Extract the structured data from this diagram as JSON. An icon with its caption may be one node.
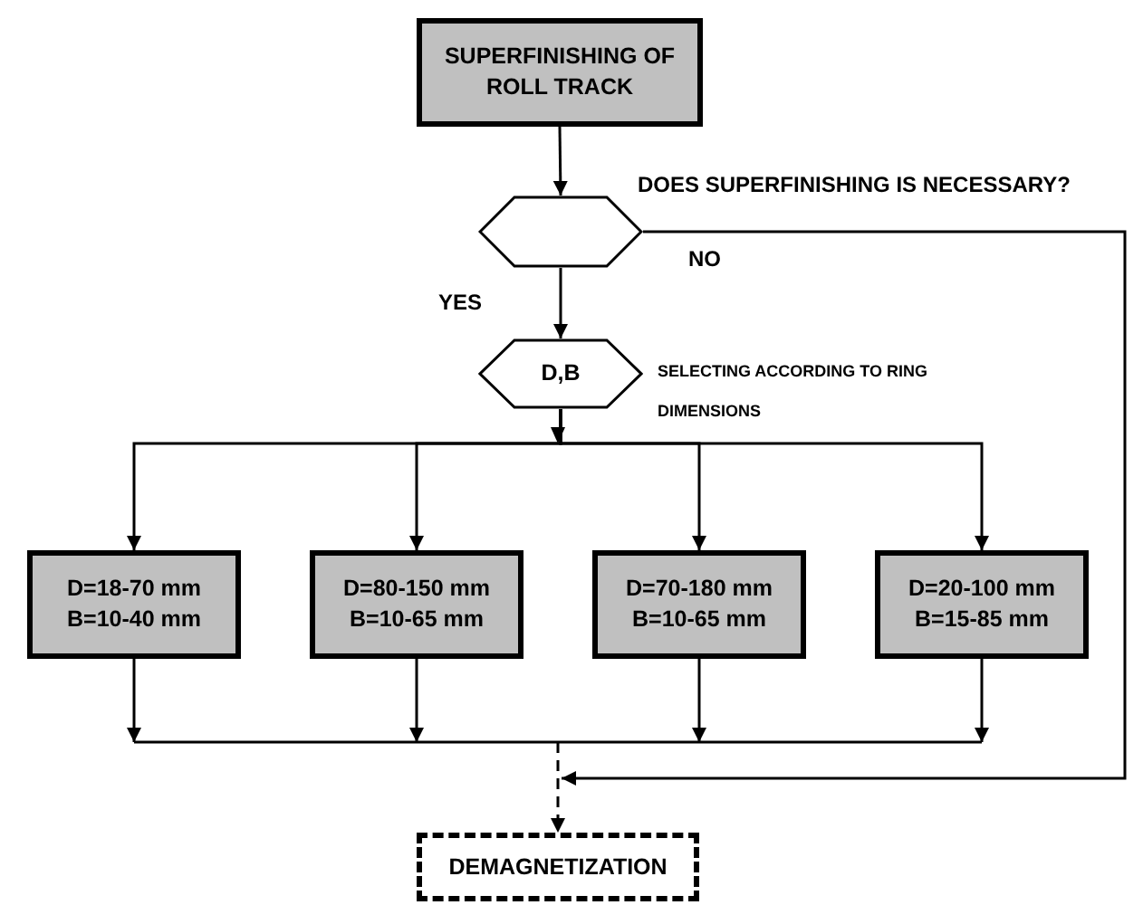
{
  "diagram": {
    "nodes": [
      {
        "text": [
          "SUPERFINISHING OF ROLL TRACK"
        ]
      },
      {
        "text": [
          "DOES SUPERFINISHING IS NECESSARY?"
        ]
      },
      {
        "text": [
          "D,B"
        ],
        "beside": [
          "SELECTING ACCORDING TO RING DIMENSIONS"
        ]
      },
      {
        "text": [
          "D=18-70 mm",
          "B=10-40 mm"
        ]
      },
      {
        "text": [
          "D=80-150 mm",
          "B=10-65 mm"
        ]
      },
      {
        "text": [
          "D=70-180 mm",
          "B=10-65 mm"
        ]
      },
      {
        "text": [
          "D=20-100 mm",
          "B=15-85 mm"
        ]
      },
      {
        "text": [
          "DEMAGNETIZATION"
        ]
      }
    ],
    "edges": [
      {
        "from": 0,
        "to": 1,
        "arrow": "to"
      },
      {
        "from": 1,
        "to": 2,
        "arrow": "to",
        "label": "YES"
      },
      {
        "from": 1,
        "to": 7,
        "arrow": "to",
        "label": "NO"
      },
      {
        "from": 2,
        "to": 3,
        "arrow": "to"
      },
      {
        "from": 2,
        "to": 4,
        "arrow": "to"
      },
      {
        "from": 2,
        "to": 5,
        "arrow": "to"
      },
      {
        "from": 2,
        "to": 6,
        "arrow": "to"
      },
      {
        "from": 3,
        "to": 7,
        "arrow": "to"
      },
      {
        "from": 4,
        "to": 7,
        "arrow": "to"
      },
      {
        "from": 5,
        "to": 7,
        "arrow": "to"
      },
      {
        "from": 6,
        "to": 7,
        "arrow": "to"
      }
    ]
  }
}
